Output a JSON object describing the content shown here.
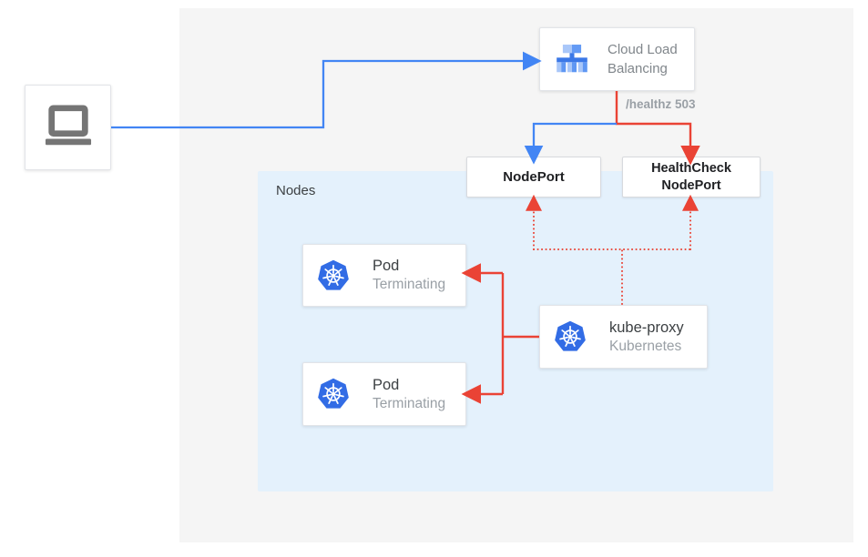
{
  "nodes_group": {
    "label": "Nodes"
  },
  "connections": {
    "healthz_label": "/healthz 503"
  },
  "boxes": {
    "client": {
      "icon": "laptop-icon"
    },
    "cloud_load_balancing": {
      "label": "Cloud Load Balancing",
      "icon": "load-balancer-icon"
    },
    "nodeport": {
      "label": "NodePort"
    },
    "healthcheck_nodeport": {
      "label": "HealthCheck NodePort"
    },
    "kube_proxy": {
      "title": "kube-proxy",
      "subtitle": "Kubernetes",
      "icon": "kubernetes-icon"
    },
    "pods": [
      {
        "title": "Pod",
        "subtitle": "Terminating",
        "icon": "kubernetes-icon"
      },
      {
        "title": "Pod",
        "subtitle": "Terminating",
        "icon": "kubernetes-icon"
      }
    ]
  },
  "colors": {
    "traffic_blue": "#4285F4",
    "health_red": "#EA4335",
    "kubernetes_blue": "#326CE5",
    "nodes_bg": "#E4F1FC",
    "canvas_bg": "#F5F5F5"
  }
}
